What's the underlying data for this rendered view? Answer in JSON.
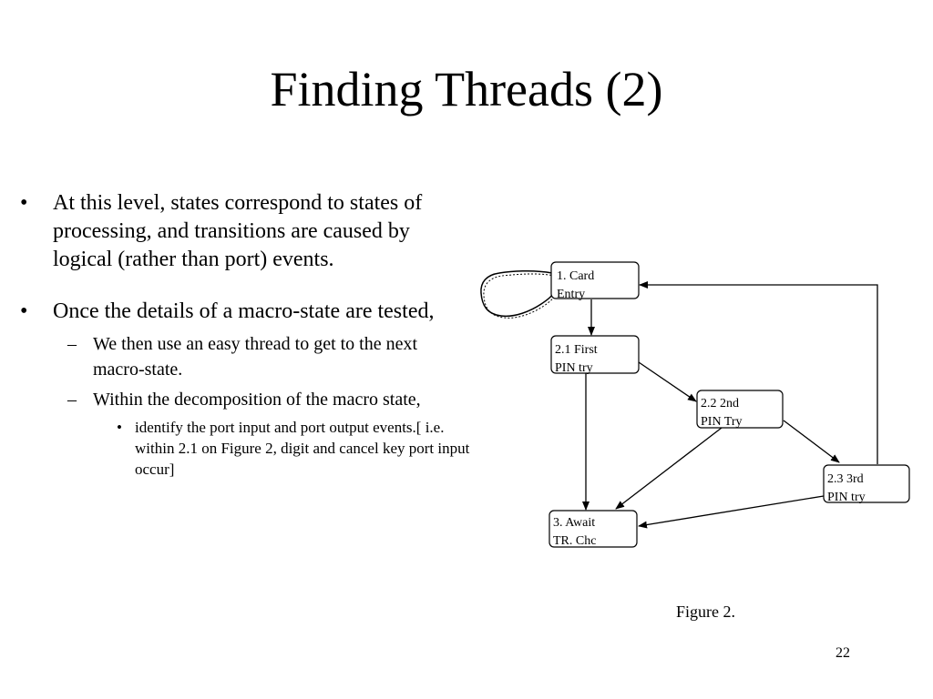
{
  "slide": {
    "title": "Finding Threads (2)",
    "page_number": "22"
  },
  "bullets": {
    "bullet_marker": "•",
    "dash_marker": "–",
    "b1": "At this level, states correspond to states of processing, and transitions are caused by logical (rather than port) events.",
    "b2": "Once the details of a macro-state are tested,",
    "b2_sub1": " We then use an easy thread to get to the next macro-state.",
    "b2_sub2": "Within the decomposition of the macro state,",
    "b2_sub2_sub1": "identify the port input and port output events.[ i.e. within 2.1 on Figure 2, digit and cancel key port input occur]"
  },
  "diagram": {
    "nodes": {
      "card_entry": {
        "line1": "1. Card",
        "line2": "Entry"
      },
      "first_pin_try": {
        "line1": "2.1 First",
        "line2": "PIN try"
      },
      "second_pin_try": {
        "line1": "2.2 2nd",
        "line2": "PIN Try"
      },
      "third_pin_try": {
        "line1": "2.3 3rd",
        "line2": "PIN try"
      },
      "await_tr_chc": {
        "line1": "3. Await",
        "line2": "TR. Chc"
      }
    },
    "caption": "Figure 2."
  }
}
